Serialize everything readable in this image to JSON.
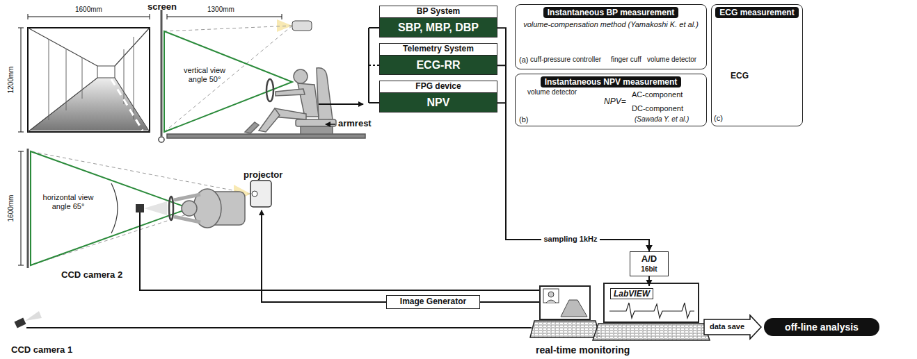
{
  "diagram": {
    "nodes": [
      {
        "text": [
          "BP System",
          "SBP, MBP, DBP"
        ]
      },
      {
        "text": [
          "Telemetry System",
          "ECG-RR"
        ]
      },
      {
        "text": [
          "FPG device",
          "NPV"
        ]
      },
      {
        "text": [
          "Instantaneous BP measurement",
          "volume-compensation method (Yamakoshi K. et al.)"
        ]
      },
      {
        "text": [
          "Instantaneous NPV measurement"
        ]
      },
      {
        "text": [
          "ECG measurement"
        ]
      },
      {
        "text": [
          "Image Generator"
        ]
      },
      {
        "text": [
          "A/D",
          "16bit"
        ]
      },
      {
        "text": [
          "LabVIEW"
        ]
      },
      {
        "text": [
          "off-line analysis"
        ]
      }
    ],
    "edges": [
      {
        "from": 0,
        "to": 7,
        "arrow": "to"
      },
      {
        "from": 1,
        "to": 7,
        "arrow": "to"
      },
      {
        "from": 2,
        "to": 7,
        "arrow": "to",
        "label": "sampling 1kHz"
      },
      {
        "from": 7,
        "to": 8,
        "arrow": "to"
      },
      {
        "from": 8,
        "to": 9,
        "arrow": "to",
        "label": "data save"
      }
    ],
    "labels": [
      "1600mm",
      "1200mm",
      "screen",
      "1300mm",
      "vertical view angle 50°",
      "armrest",
      "cuff-pressure controller",
      "finger cuff",
      "volume detector",
      "(a)",
      "volume detector",
      "NPV=",
      "AC-component",
      "DC-component",
      "(Sawada Y. et al.)",
      "(b)",
      "ECG",
      "(c)",
      "1600mm",
      "horizontal view angle 65°",
      "projector",
      "CCD camera 2",
      "CCD camera 1",
      "real-time monitoring"
    ]
  }
}
